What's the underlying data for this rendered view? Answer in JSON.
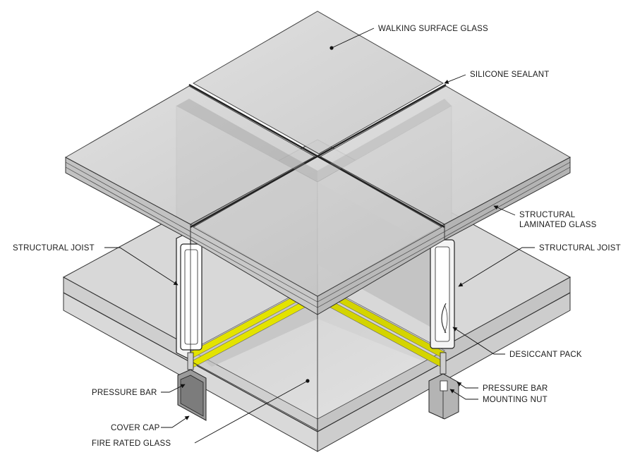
{
  "diagram": {
    "labels": {
      "walking_surface_glass": "WALKING SURFACE GLASS",
      "silicone_sealant": "SILICONE SEALANT",
      "structural_laminated_glass_line1": "STRUCTURAL",
      "structural_laminated_glass_line2": "LAMINATED GLASS",
      "structural_joist_left": "STRUCTURAL JOIST",
      "structural_joist_right": "STRUCTURAL JOIST",
      "desiccant_pack": "DESICCANT PACK",
      "pressure_bar_left": "PRESSURE BAR",
      "pressure_bar_right": "PRESSURE BAR",
      "mounting_nut": "MOUNTING NUT",
      "cover_cap": "COVER CAP",
      "fire_rated_glass": "FIRE RATED GLASS"
    },
    "colors": {
      "glass_top": "#d4d4d4",
      "glass_edge": "#bfbfbf",
      "glass_shadow": "#9a9a9a",
      "joist_fill": "#efefef",
      "gasket_yellow": "#e6e600",
      "outline": "#222222"
    }
  }
}
